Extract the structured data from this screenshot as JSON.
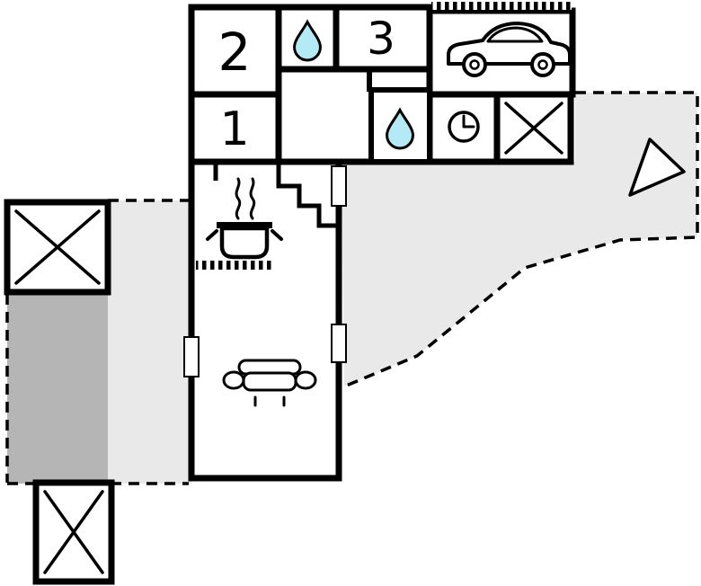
{
  "rooms": {
    "bedroom_2": {
      "label": "2"
    },
    "bedroom_1": {
      "label": "1"
    },
    "bedroom_3": {
      "label": "3"
    }
  },
  "colors": {
    "walls": "#000000",
    "terrace_light_gray": "#e9e9e9",
    "terrace_dark_gray": "#b5b5b5",
    "water_drop_fill": "#b4eaf5",
    "paper": "#ffffff"
  },
  "icons": {
    "bathroom_top": "water-drop-icon",
    "bathroom_middle": "water-drop-icon",
    "carport": "car-icon",
    "clock": "clock-icon",
    "kitchen": "cooking-pot-icon",
    "living_room": "sofa-icon",
    "marker_top_right": "crossed-box-icon",
    "marker_left": "crossed-box-icon",
    "marker_bottom": "crossed-box-icon",
    "direction": "arrow-icon"
  }
}
